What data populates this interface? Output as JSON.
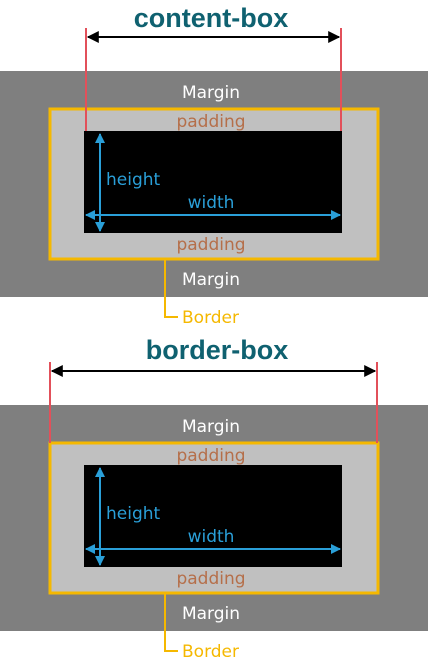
{
  "colors": {
    "title": "#0f6170",
    "margin_bg": "#7f7f7f",
    "padding_bg": "#c0c0c0",
    "content_bg": "#000000",
    "border": "#f5b800",
    "padding_text": "#b56f4a",
    "blue": "#2a9fd8",
    "red_line": "#e2505a",
    "white": "#ffffff"
  },
  "diagrams": [
    {
      "title": "content-box",
      "margin_top_label": "Margin",
      "padding_top_label": "padding",
      "height_label": "height",
      "width_label": "width",
      "padding_bottom_label": "padding",
      "margin_bottom_label": "Margin",
      "border_label": "Border"
    },
    {
      "title": "border-box",
      "margin_top_label": "Margin",
      "padding_top_label": "padding",
      "height_label": "height",
      "width_label": "width",
      "padding_bottom_label": "padding",
      "margin_bottom_label": "Margin",
      "border_label": "Border"
    }
  ]
}
